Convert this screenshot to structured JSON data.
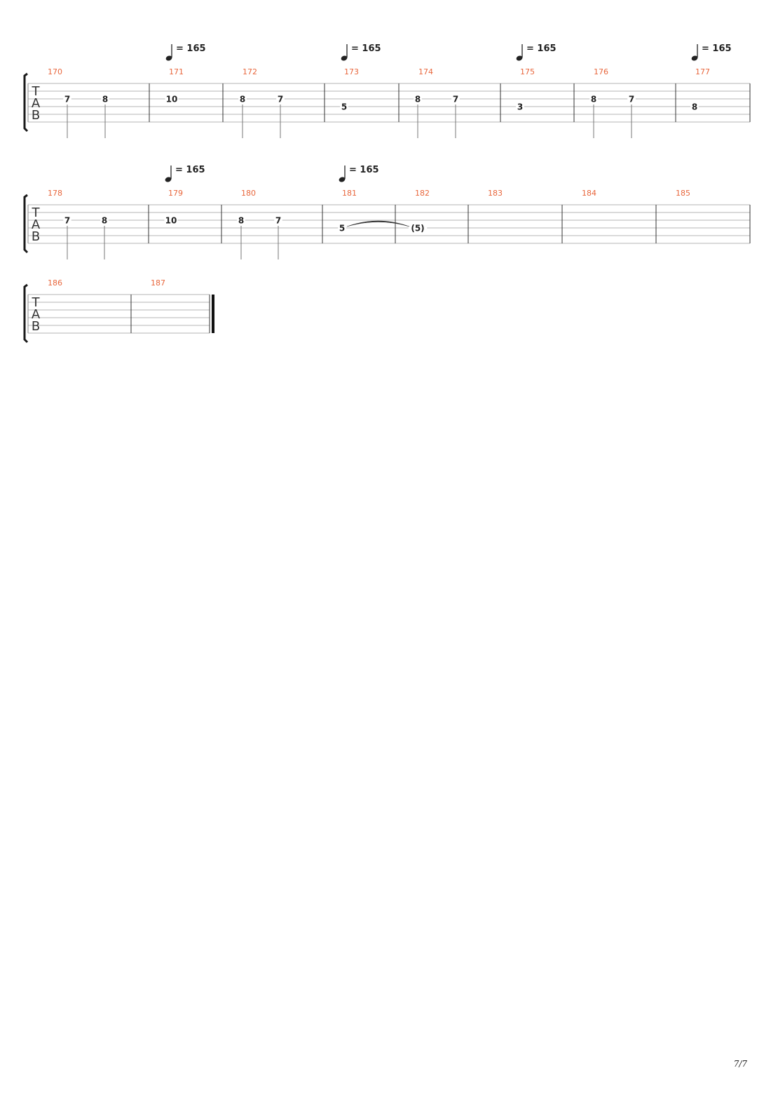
{
  "tab_letters": [
    "T",
    "A",
    "B"
  ],
  "page_number": "7/7",
  "systems": [
    {
      "id": "system-1",
      "tempos": [
        {
          "bar": 171,
          "value": "165"
        },
        {
          "bar": 173,
          "value": "165"
        },
        {
          "bar": 175,
          "value": "165"
        },
        {
          "bar": 177,
          "value": "165"
        }
      ],
      "bars": [
        {
          "number": "170",
          "notes": [
            {
              "string": 3,
              "fret": "7",
              "stem": true
            },
            {
              "string": 3,
              "fret": "8",
              "stem": true
            }
          ]
        },
        {
          "number": "171",
          "notes": [
            {
              "string": 3,
              "fret": "10",
              "stem": false
            }
          ]
        },
        {
          "number": "172",
          "notes": [
            {
              "string": 3,
              "fret": "8",
              "stem": true
            },
            {
              "string": 3,
              "fret": "7",
              "stem": true
            }
          ]
        },
        {
          "number": "173",
          "notes": [
            {
              "string": 4,
              "fret": "5",
              "stem": false
            }
          ]
        },
        {
          "number": "174",
          "notes": [
            {
              "string": 3,
              "fret": "8",
              "stem": true
            },
            {
              "string": 3,
              "fret": "7",
              "stem": true
            }
          ]
        },
        {
          "number": "175",
          "notes": [
            {
              "string": 4,
              "fret": "3",
              "stem": false
            }
          ]
        },
        {
          "number": "176",
          "notes": [
            {
              "string": 3,
              "fret": "8",
              "stem": true
            },
            {
              "string": 3,
              "fret": "7",
              "stem": true
            }
          ]
        },
        {
          "number": "177",
          "notes": [
            {
              "string": 4,
              "fret": "8",
              "stem": false
            }
          ]
        }
      ]
    },
    {
      "id": "system-2",
      "tempos": [
        {
          "bar": 179,
          "value": "165"
        },
        {
          "bar": 181,
          "value": "165"
        }
      ],
      "bars": [
        {
          "number": "178",
          "notes": [
            {
              "string": 3,
              "fret": "7",
              "stem": true
            },
            {
              "string": 3,
              "fret": "8",
              "stem": true
            }
          ]
        },
        {
          "number": "179",
          "notes": [
            {
              "string": 3,
              "fret": "10",
              "stem": false
            }
          ]
        },
        {
          "number": "180",
          "notes": [
            {
              "string": 3,
              "fret": "8",
              "stem": true
            },
            {
              "string": 3,
              "fret": "7",
              "stem": true
            }
          ]
        },
        {
          "number": "181",
          "notes": [
            {
              "string": 4,
              "fret": "5",
              "stem": false,
              "tie_start": true
            }
          ]
        },
        {
          "number": "182",
          "notes": [
            {
              "string": 4,
              "fret": "(5)",
              "stem": false,
              "tie_end": true
            }
          ]
        },
        {
          "number": "183",
          "notes": []
        },
        {
          "number": "184",
          "notes": []
        },
        {
          "number": "185",
          "notes": []
        }
      ]
    },
    {
      "id": "system-3",
      "tempos": [],
      "final_barline": true,
      "bars": [
        {
          "number": "186",
          "notes": []
        },
        {
          "number": "187",
          "notes": []
        }
      ]
    }
  ]
}
